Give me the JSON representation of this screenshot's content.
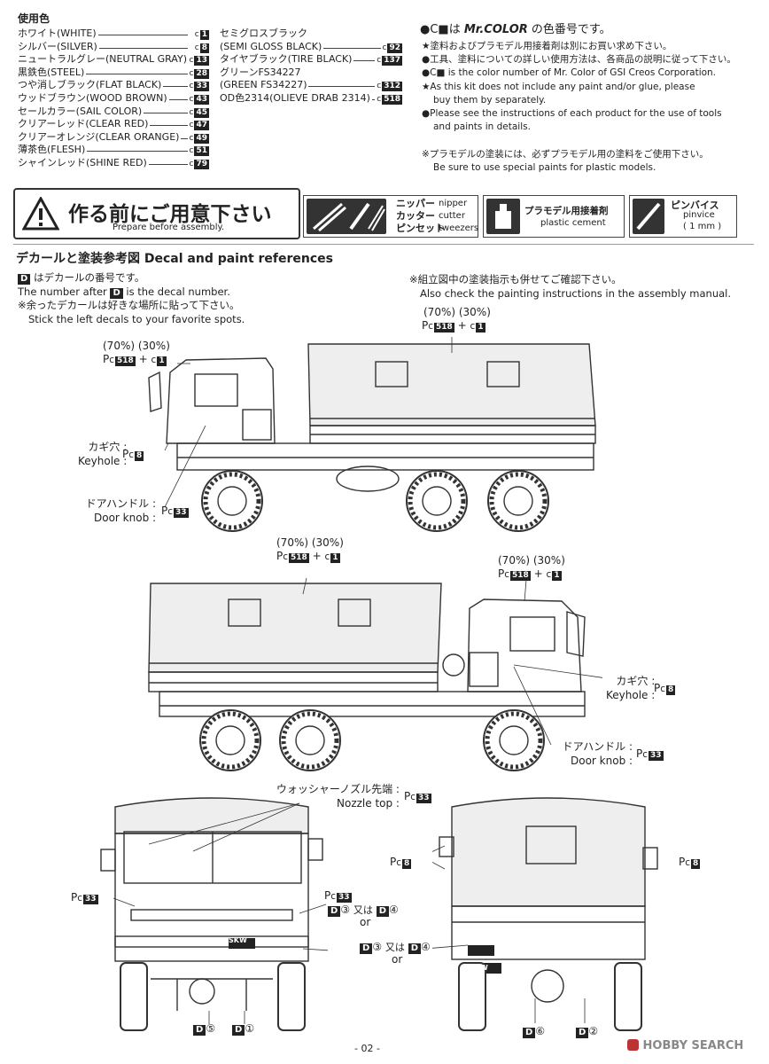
{
  "paints_used": {
    "heading": "使用色",
    "left": [
      {
        "label": "ホワイト(WHITE)",
        "code": "1"
      },
      {
        "label": "シルバー(SILVER)",
        "code": "8"
      },
      {
        "label": "ニュートラルグレー(NEUTRAL GRAY)",
        "code": "13"
      },
      {
        "label": "黒鉄色(STEEL)",
        "code": "28"
      },
      {
        "label": "つや消しブラック(FLAT BLACK)",
        "code": "33"
      },
      {
        "label": "ウッドブラウン(WOOD BROWN)",
        "code": "43"
      },
      {
        "label": "セールカラー(SAIL COLOR)",
        "code": "45"
      },
      {
        "label": "クリアーレッド(CLEAR RED)",
        "code": "47"
      },
      {
        "label": "クリアーオレンジ(CLEAR ORANGE)",
        "code": "49"
      },
      {
        "label": "薄茶色(FLESH)",
        "code": "51"
      },
      {
        "label": "シャインレッド(SHINE RED)",
        "code": "79"
      }
    ],
    "right": [
      {
        "label": "セミグロスブラック",
        "code": ""
      },
      {
        "label": "(SEMI GLOSS BLACK)",
        "code": "92"
      },
      {
        "label": "タイヤブラック(TIRE BLACK)",
        "code": "137"
      },
      {
        "label": "グリーンFS34227",
        "code": ""
      },
      {
        "label": "(GREEN FS34227)",
        "code": "312"
      },
      {
        "label": "OD色2314(OLIEVE DRAB 2314)",
        "code": "518"
      }
    ],
    "code_prefix": "c"
  },
  "notes": {
    "title_jp": "●C■は",
    "title_brand": "Mr.COLOR",
    "title_tail": "の色番号です。",
    "lines": [
      "★塗料およびプラモデル用接着剤は別にお買い求め下さい。",
      "●工具、塗料についての詳しい使用方法は、各商品の説明に従って下さい。",
      "●C■ is the color number of Mr. Color of GSI Creos Corporation.",
      "★As this kit does not include any paint and/or glue, please",
      "buy them by separately.",
      "●Please see the instructions of each product for the use of tools",
      "and paints in details.",
      "",
      "※プラモデルの塗装には、必ずプラモデル用の塗料をご使用下さい。",
      "Be sure to use special paints for plastic models."
    ]
  },
  "prepare": {
    "title_jp": "作る前にご用意下さい",
    "title_en": "Prepare before assembly.",
    "tools": [
      {
        "icon": "nipper-cutter-tweezers-icon",
        "lines_jp": [
          "ニッパー",
          "カッター",
          "ピンセット"
        ],
        "lines_en": [
          "nipper",
          "cutter",
          "tweezers"
        ]
      },
      {
        "icon": "cement-bottle-icon",
        "line_jp": "プラモデル用接着剤",
        "line_en": "plastic cement"
      },
      {
        "icon": "pin-vice-icon",
        "line_jp": "ピンバイス",
        "line_en": "pinvice",
        "line_size": "( 1 mm )"
      }
    ]
  },
  "decal_section": {
    "title": "デカールと塗装参考図 Decal and paint references",
    "intro_left": [
      "はデカールの番号です。",
      "The number after",
      "is the decal number.",
      "※余ったデカールは好きな場所に貼って下さい。",
      "Stick the left decals to your favorite spots."
    ],
    "intro_right": [
      "※組立図中の塗装指示も併せてご確認下さい。",
      "Also check the painting instructions in the assembly manual."
    ],
    "decal_marker": "D"
  },
  "callouts": {
    "ratio": "(70%) (30%)",
    "camo": {
      "p": "P",
      "c": "c",
      "code1": "518",
      "plus": "+",
      "code2": "1"
    },
    "keyhole_jp": "カギ穴 :",
    "keyhole_en": "Keyhole :",
    "keyhole_code": "8",
    "doorknob_jp": "ドアハンドル :",
    "doorknob_en": "Door knob :",
    "doorknob_code": "33",
    "nozzle_jp": "ウォッシャーノズル先端 :",
    "nozzle_en": "Nozzle top :",
    "nozzle_code": "33",
    "mirror_code": "8",
    "front_code": "33",
    "or_jp": "又は",
    "or_en": "or",
    "decal3": "③",
    "decal4": "④",
    "decal5": "⑤",
    "decal1": "①",
    "decal6": "⑥",
    "decal2": "②",
    "plate": "SKW"
  },
  "footer": {
    "page": "- 02 -",
    "watermark": "HOBBY SEARCH"
  }
}
